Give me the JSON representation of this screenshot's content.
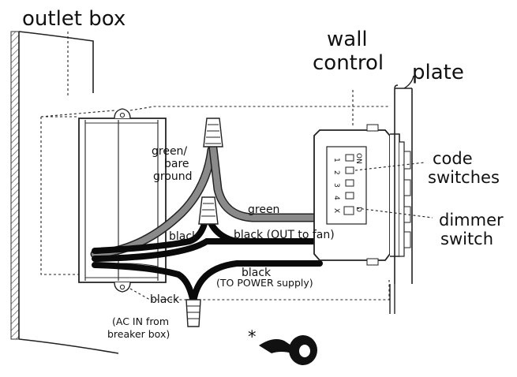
{
  "labels": {
    "outlet_box": "outlet box",
    "wall_control": [
      "wall",
      "control"
    ],
    "plate": "plate",
    "code_switches": [
      "code",
      "switches"
    ],
    "dimmer_switch": [
      "dimmer",
      "switch"
    ],
    "green_bare_ground": [
      "green/",
      "bare",
      "ground"
    ],
    "green": "green",
    "black_left": "black",
    "black_out": "black (OUT to fan)",
    "black_power": [
      "black",
      "(TO POWER supply)"
    ],
    "black_ac_in": [
      "black",
      "(AC IN from",
      "breaker box)"
    ],
    "asterisk": "*"
  },
  "switch_panel": {
    "on": "ON",
    "numbers": [
      "1",
      "2",
      "3",
      "4"
    ],
    "x": "X",
    "d": "D"
  },
  "colors": {
    "ink": "#111111",
    "wire_black": "#0a0a0a",
    "wire_gray": "#8a8a8a",
    "wall_hatch": "#444444"
  }
}
